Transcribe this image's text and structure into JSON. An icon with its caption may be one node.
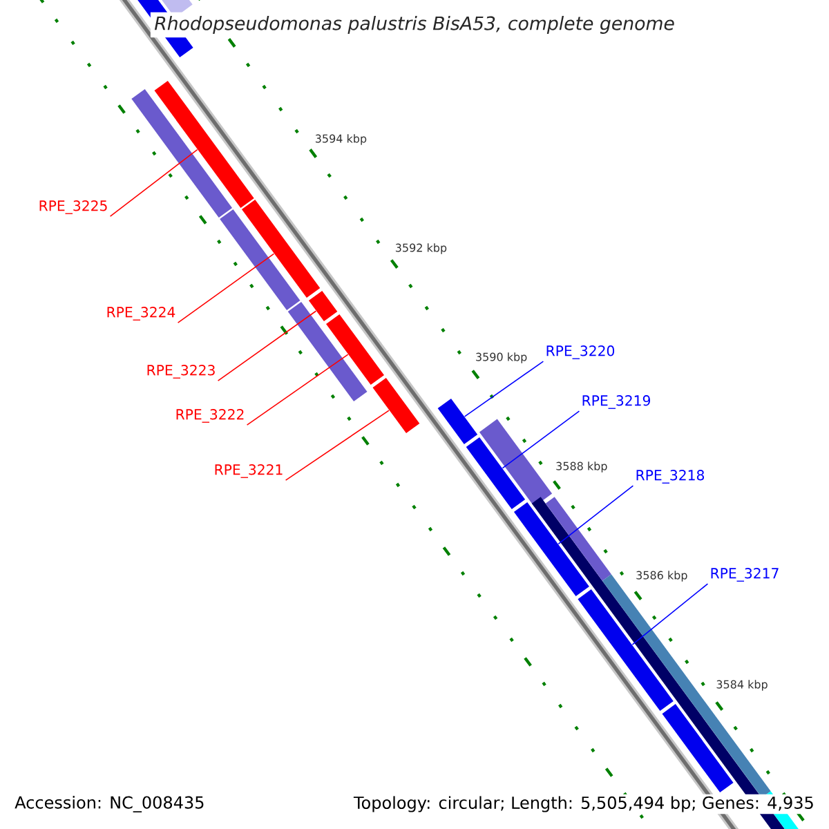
{
  "diagram": {
    "title": "Rhodopseudomonas palustris BisA53, complete genome",
    "nodes": [
      {
        "text": [
          "RPE_3225"
        ]
      },
      {
        "text": [
          "RPE_3224"
        ]
      },
      {
        "text": [
          "RPE_3223"
        ]
      },
      {
        "text": [
          "RPE_3222"
        ]
      },
      {
        "text": [
          "RPE_3221"
        ]
      },
      {
        "text": [
          "RPE_3220"
        ]
      },
      {
        "text": [
          "RPE_3219"
        ]
      },
      {
        "text": [
          "RPE_3218"
        ]
      },
      {
        "text": [
          "RPE_3217"
        ]
      },
      {
        "text": [],
        "shape": "bar"
      },
      {
        "text": [],
        "shape": "bar"
      },
      {
        "text": [],
        "shape": "bar"
      },
      {
        "text": [],
        "shape": "bar"
      },
      {
        "text": [],
        "shape": "bar"
      },
      {
        "text": [],
        "shape": "bar"
      },
      {
        "text": [],
        "shape": "bar"
      },
      {
        "text": [],
        "shape": "bar"
      },
      {
        "text": [],
        "shape": "bar"
      },
      {
        "text": [],
        "shape": "bar"
      },
      {
        "text": [],
        "shape": "bar"
      }
    ],
    "edges": [
      {
        "from": 0,
        "to": 10,
        "arrow": "none"
      },
      {
        "from": 1,
        "to": 11,
        "arrow": "none"
      },
      {
        "from": 2,
        "to": 12,
        "arrow": "none"
      },
      {
        "from": 3,
        "to": 13,
        "arrow": "none"
      },
      {
        "from": 4,
        "to": 14,
        "arrow": "none"
      },
      {
        "from": 5,
        "to": 15,
        "arrow": "none",
        "color": "#0000ff"
      },
      {
        "from": 6,
        "to": 16,
        "arrow": "none",
        "color": "#0000ff"
      },
      {
        "from": 7,
        "to": 17,
        "arrow": "none",
        "color": "#0000ff"
      },
      {
        "from": 8,
        "to": 18,
        "arrow": "none",
        "color": "#0000ff"
      }
    ],
    "labels": [
      "3594 kbp",
      "3592 kbp",
      "3590 kbp",
      "3588 kbp",
      "3586 kbp",
      "3584 kbp",
      "Accession: NC_008435",
      "Topology: circular; Length: 5,505,494 bp; Genes: 4,935"
    ]
  }
}
